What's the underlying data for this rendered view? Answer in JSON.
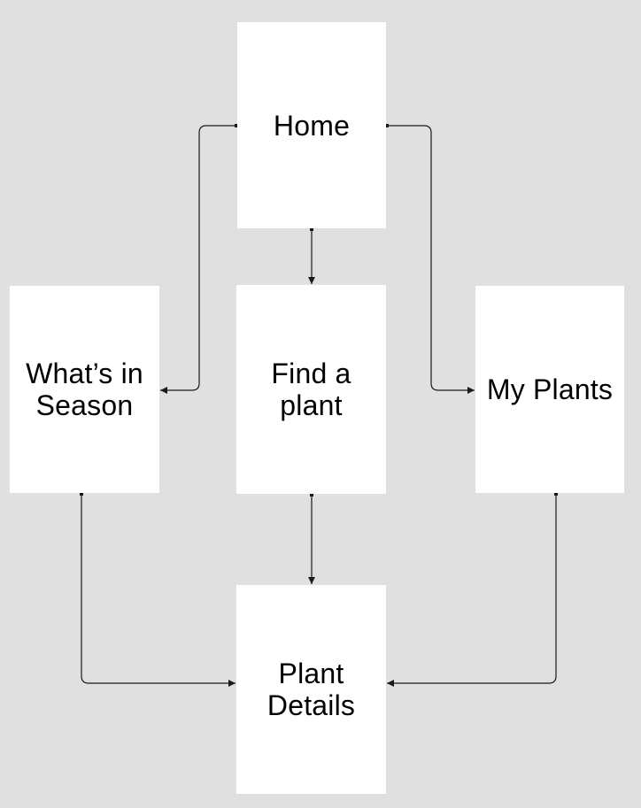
{
  "colors": {
    "background": "#e0e0e0",
    "node_fill": "#ffffff",
    "connector": "#1a1a1a",
    "text": "#000000"
  },
  "nodes": {
    "home": {
      "label": "Home",
      "line1": "Home"
    },
    "whats_in_season": {
      "label": "What’s in Season",
      "line1": "What’s in",
      "line2": "Season"
    },
    "find_a_plant": {
      "label": "Find a plant",
      "line1": "Find a",
      "line2": "plant"
    },
    "my_plants": {
      "label": "My Plants",
      "line1": "My Plants"
    },
    "plant_details": {
      "label": "Plant Details",
      "line1": "Plant",
      "line2": "Details"
    }
  },
  "edges": [
    {
      "from": "Home",
      "to": "What’s in Season"
    },
    {
      "from": "Home",
      "to": "Find a plant"
    },
    {
      "from": "Home",
      "to": "My Plants"
    },
    {
      "from": "What’s in Season",
      "to": "Plant Details"
    },
    {
      "from": "Find a plant",
      "to": "Plant Details"
    },
    {
      "from": "My Plants",
      "to": "Plant Details"
    }
  ]
}
